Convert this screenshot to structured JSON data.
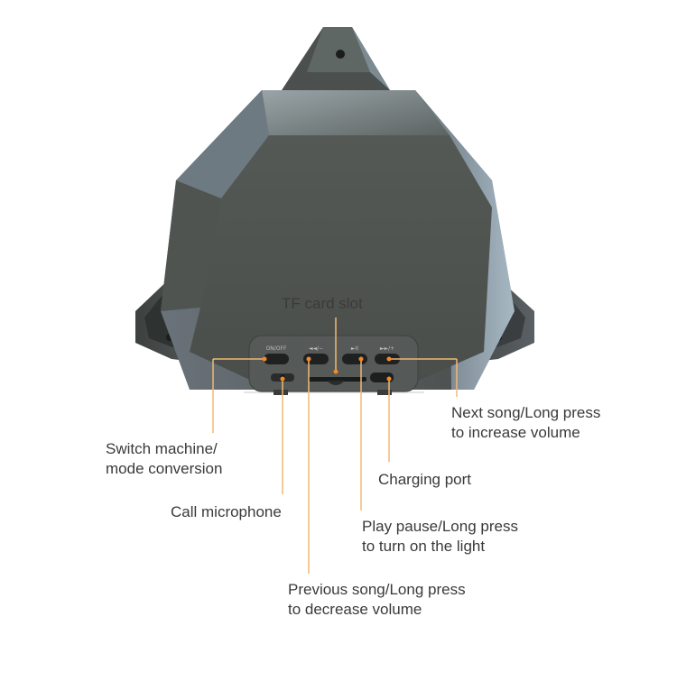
{
  "labels": {
    "tf_card_slot": "TF card slot",
    "switch_mode": "Switch machine/\nmode conversion",
    "call_microphone": "Call microphone",
    "previous_song": "Previous song/Long press\nto decrease volume",
    "play_pause": "Play pause/Long press\nto turn on the light",
    "charging_port": "Charging port",
    "next_song": "Next song/Long press\nto increase volume"
  },
  "button_glyphs": {
    "mode": "ON/OFF",
    "previous": "◄◄/−",
    "play": "►II",
    "next": "►►/+"
  },
  "colors": {
    "body_dark": "#4e524e",
    "body_light": "#8a9aa4",
    "leader_line": "#f2b873",
    "leader_dot": "#f08a2a"
  }
}
